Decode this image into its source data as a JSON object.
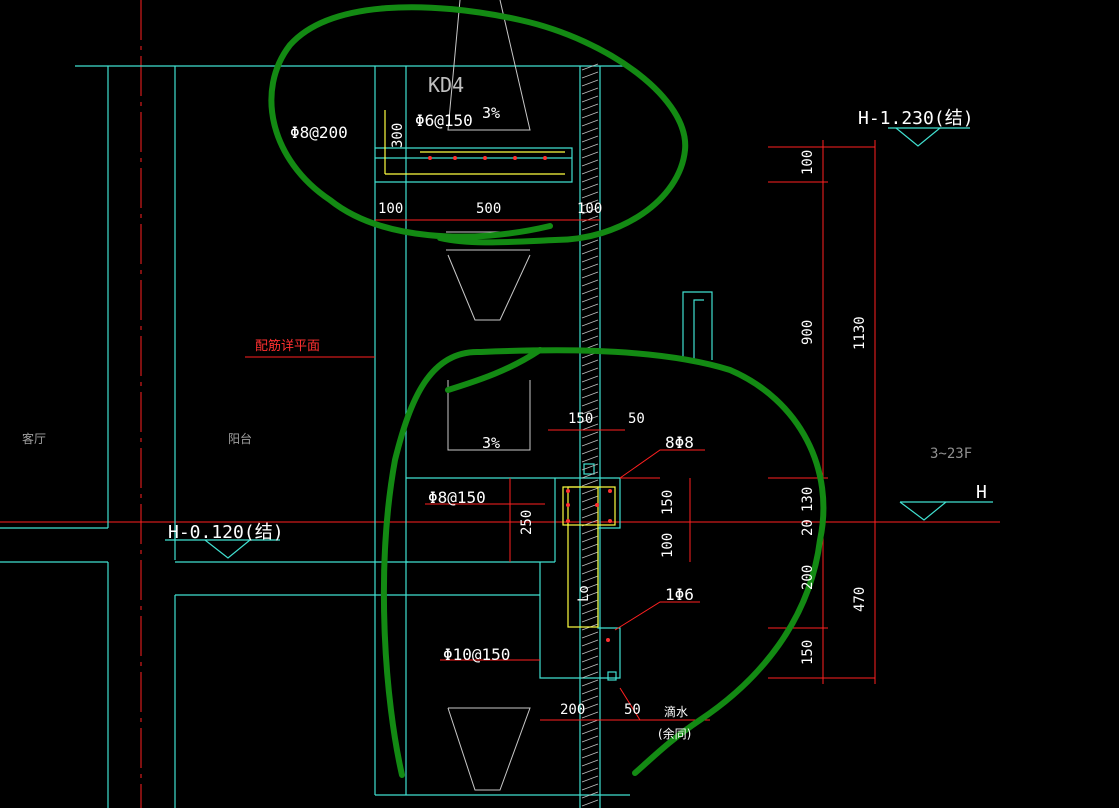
{
  "drawing": {
    "background": "#000000",
    "colors": {
      "wall": "#40e0d0",
      "axis": "#ff2020",
      "dim": "#ff2020",
      "text": "#ffffff",
      "label_red": "#ff3030",
      "rebar": "#ffff40",
      "markup": "#138a13",
      "hatch": "#c0c0c0",
      "grey": "#a0a0a0"
    },
    "labels": {
      "kd4": "KD4",
      "slope_top": "3%",
      "slope_mid": "3%",
      "rebar_top_a": "Φ8@200",
      "rebar_top_b": "Φ6@150",
      "rebar_mid": "Φ8@150",
      "rebar_8d8": "8Φ8",
      "rebar_1d6": "1Φ6",
      "rebar_bottom": "Φ10@150",
      "elev_top": "H-1.230(结)",
      "elev_mid": "H-0.120(结)",
      "elev_h": "H",
      "floors": "3~23F",
      "room_living": "客厅",
      "room_balcony": "阳台",
      "note_red": "配筋详平面",
      "drip": "滴水",
      "drip_note": "(余同)"
    },
    "dimensions": {
      "d300": "300",
      "d100a": "100",
      "d500": "500",
      "d100b": "100",
      "d150a": "150",
      "d50a": "50",
      "d250": "250",
      "d150b": "150",
      "d100c": "100",
      "dLo": "Lo",
      "d200": "200",
      "d50b": "50",
      "r100": "100",
      "r900": "900",
      "r1130": "1130",
      "r130": "130",
      "r20": "20",
      "r200": "200",
      "r470": "470",
      "r150": "150"
    }
  }
}
